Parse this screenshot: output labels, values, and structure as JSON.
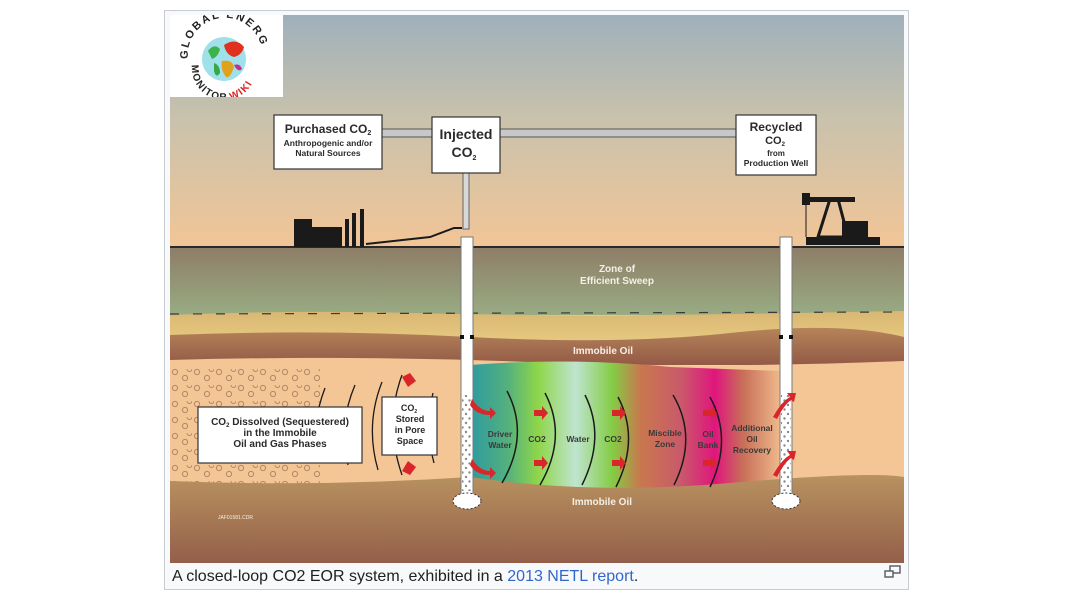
{
  "figure": {
    "logo": {
      "line1": "GLOBAL ENERGY",
      "line2_black": "MONITOR",
      "line2_red": "WIKI"
    },
    "boxes": {
      "purchased": {
        "title": "Purchased CO",
        "sub": "2",
        "line2": "Anthropogenic and/or",
        "line3": "Natural Sources"
      },
      "injected": {
        "line1": "Injected",
        "line2": "CO",
        "sub": "2"
      },
      "recycled": {
        "line1": "Recycled",
        "line2": "CO",
        "sub": "2",
        "line3": "from",
        "line4": "Production Well"
      },
      "dissolved": {
        "line1a": "CO",
        "sub": "2",
        "line1b": " Dissolved (Sequestered)",
        "line2": "in the Immobile",
        "line3": "Oil and Gas Phases"
      },
      "stored": {
        "line1": "CO",
        "sub": "2",
        "line2": "Stored",
        "line3": "in Pore",
        "line4": "Space"
      }
    },
    "labels": {
      "zone_line1": "Zone of",
      "zone_line2": "Efficient Sweep",
      "immobile_top": "Immobile Oil",
      "immobile_bottom": "Immobile Oil",
      "code": "JAF01581.CDR"
    },
    "flood_zones": [
      {
        "line1": "Driver",
        "line2": "Water"
      },
      {
        "line1": "CO2",
        "line2": ""
      },
      {
        "line1": "Water",
        "line2": ""
      },
      {
        "line1": "CO2",
        "line2": ""
      },
      {
        "line1": "Miscible",
        "line2": "Zone"
      },
      {
        "line1": "Oil",
        "line2": "Bank"
      },
      {
        "line1": "Additional",
        "line2": "Oil",
        "line3": "Recovery"
      }
    ],
    "colors": {
      "sky_top": "#9fb0bb",
      "sky_bottom": "#f2c597",
      "zone_top": "#8f8068",
      "zone_bottom": "#97a982",
      "reservoir": "#f4c595",
      "arrow_red": "#d9262a"
    }
  },
  "caption": {
    "text": "A closed-loop CO2 EOR system, exhibited in a ",
    "link": "2013 NETL report",
    "tail": "."
  },
  "icons": {
    "enlarge": "enlarge-icon"
  }
}
